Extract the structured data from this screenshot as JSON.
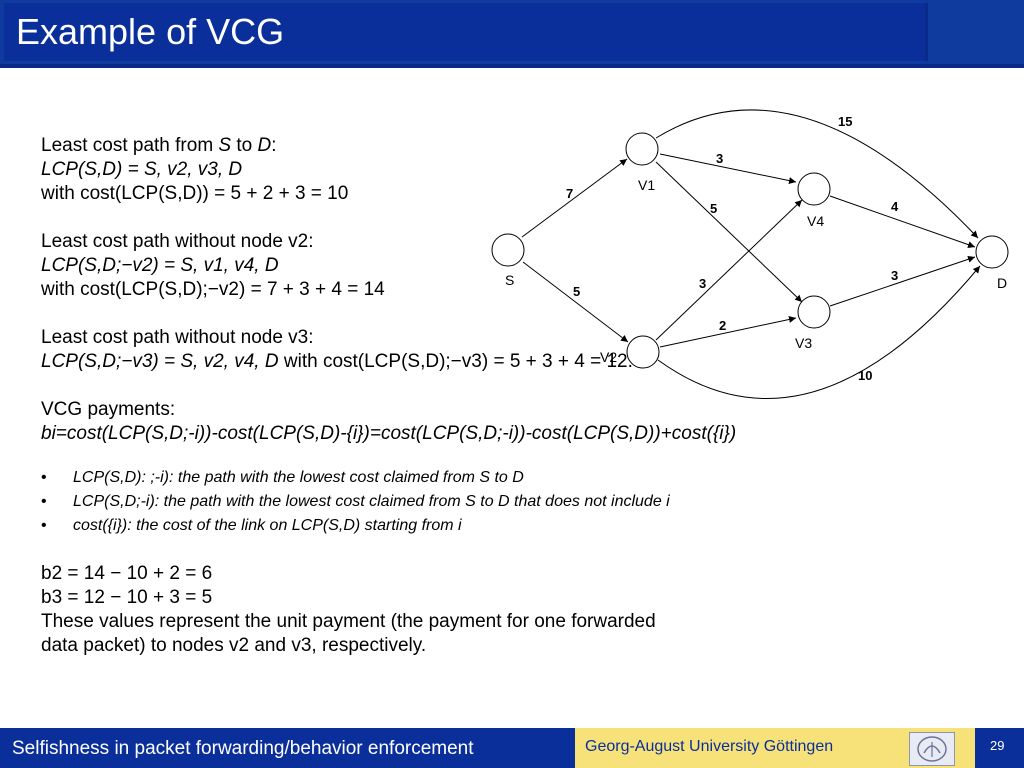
{
  "slide": {
    "title": "Example of VCG",
    "page_number": "29"
  },
  "footer": {
    "course": "Selfishness in packet forwarding/behavior enforcement",
    "university": "Georg-August University Göttingen",
    "logo_name": "university-seal-logo"
  },
  "graph": {
    "nodes": {
      "s": "S",
      "d": "D",
      "v1": "V1",
      "v2": "V2",
      "v3": "V3",
      "v4": "V4"
    },
    "edges": {
      "s_v1": "7",
      "s_v2": "5",
      "v1_v4": "3",
      "v1_v3": "5",
      "v2_v4": "3",
      "v2_v3": "2",
      "v4_d": "4",
      "v3_d": "3",
      "v1_d": "15",
      "v2_d": "10"
    }
  },
  "body": {
    "lcp_intro": "Least cost path from ",
    "lcp_s": "S",
    "lcp_to": " to ",
    "lcp_d": "D",
    "lcp_colon": ":",
    "lcp_eq": "LCP(S,D) = S, v2, v3, D",
    "lcp_cost": "with cost(LCP(S,D)) = 5 + 2 + 3 = 10",
    "without_v2_head": "Least cost path without node v2:",
    "without_v2_eq": "LCP(S,D;−v2) = S, v1, v4, D",
    "without_v2_cost": "with cost(LCP(S,D);−v2) = 7 + 3 + 4 = 14",
    "without_v3_head": "Least cost path without node v3:",
    "without_v3_eq": "LCP(S,D;−v3) = S, v2, v4, D",
    "without_v3_cost": " with cost(LCP(S,D);−v3) = 5 + 3 + 4 = 12.",
    "vcg_head": "VCG payments:",
    "vcg_formula": "bi=cost(LCP(S,D;-i))-cost(LCP(S,D)-{i})=cost(LCP(S,D;-i))-cost(LCP(S,D))+cost({i})",
    "bullets": [
      "LCP(S,D): ;-i): the path with the lowest cost claimed from S to D",
      "LCP(S,D;-i): the path with the lowest cost claimed from S to D that does not include i",
      "cost({i}): the cost of the link on LCP(S,D) starting from i"
    ],
    "b2": "b2 = 14 − 10 + 2 = 6",
    "b3": "b3 = 12 − 10 + 3 = 5",
    "conclusion_1": "These values represent the unit payment (the payment for one forwarded",
    "conclusion_2": "data packet) to nodes v2 and v3, respectively."
  }
}
